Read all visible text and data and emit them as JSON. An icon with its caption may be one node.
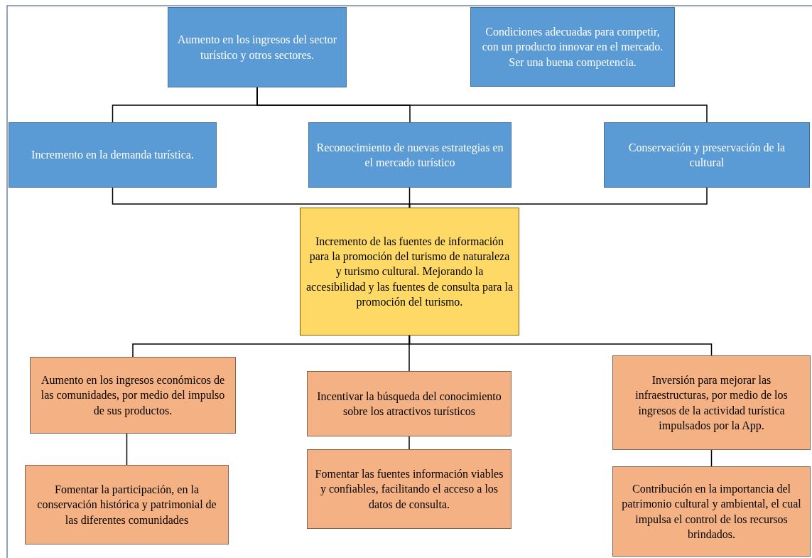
{
  "diagram": {
    "nodes": [
      {
        "text": [
          "Aumento en los ingresos del sector turístico y otros sectores."
        ]
      },
      {
        "text": [
          "Condiciones adecuadas para competir, con un producto innovar en el mercado. Ser una buena competencia."
        ]
      },
      {
        "text": [
          "Incremento en la demanda turística."
        ]
      },
      {
        "text": [
          "Reconocimiento de nuevas estrategias en el mercado turístico"
        ]
      },
      {
        "text": [
          "Conservación y preservación de la cultural"
        ]
      },
      {
        "text": [
          "Incremento de  las fuentes de información para la promoción del turismo de naturaleza y turismo cultural. Mejorando la accesibilidad y las fuentes de consulta para la promoción del turismo."
        ]
      },
      {
        "text": [
          "Aumento en los ingresos económicos de las comunidades, por medio del impulso de sus productos."
        ]
      },
      {
        "text": [
          "Incentivar la búsqueda del conocimiento sobre los atractivos turísticos"
        ]
      },
      {
        "text": [
          "Inversión para mejorar  las infraestructuras, por medio de los ingresos de la actividad turística impulsados por la App."
        ]
      },
      {
        "text": [
          "Fomentar la participación, en la conservación histórica y patrimonial de las diferentes comunidades"
        ]
      },
      {
        "text": [
          "Fomentar las fuentes información viables y confiables, facilitando el acceso a los datos de consulta."
        ]
      },
      {
        "text": [
          "Contribución en la importancia del patrimonio cultural y ambiental, el cual impulsa el control de los recursos brindados."
        ]
      }
    ],
    "edges": [
      {
        "from": 0,
        "to": 2,
        "arrow": "none"
      },
      {
        "from": 0,
        "to": 3,
        "arrow": "none"
      },
      {
        "from": 0,
        "to": 4,
        "arrow": "none"
      },
      {
        "from": 2,
        "to": 5,
        "arrow": "none"
      },
      {
        "from": 3,
        "to": 5,
        "arrow": "none"
      },
      {
        "from": 4,
        "to": 5,
        "arrow": "none"
      },
      {
        "from": 5,
        "to": 6,
        "arrow": "none"
      },
      {
        "from": 5,
        "to": 7,
        "arrow": "none"
      },
      {
        "from": 5,
        "to": 8,
        "arrow": "none"
      },
      {
        "from": 6,
        "to": 9,
        "arrow": "none"
      },
      {
        "from": 7,
        "to": 10,
        "arrow": "none"
      },
      {
        "from": 8,
        "to": 11,
        "arrow": "none"
      }
    ]
  }
}
